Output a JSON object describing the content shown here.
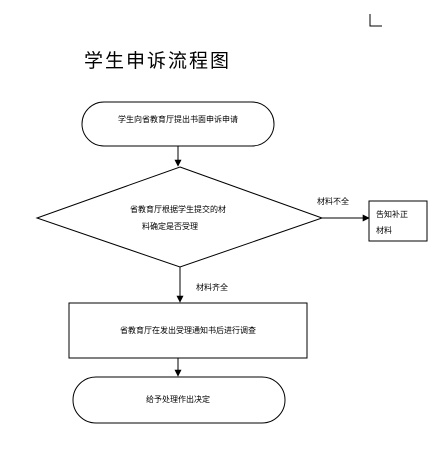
{
  "title": "学生申诉流程图",
  "nodes": {
    "submit": {
      "lines": [
        "学生向省教育厅提出书面申诉申请"
      ]
    },
    "decide": {
      "lines": [
        "省教育厅根据学生提交的材",
        "料确定是否受理"
      ]
    },
    "notify_supplement": {
      "lines": [
        "告知补正",
        "材料"
      ]
    },
    "investigate": {
      "lines": [
        "省教育厅在发出受理通知书后进行调查"
      ]
    },
    "decision": {
      "lines": [
        "给予处理作出决定"
      ]
    }
  },
  "edges": {
    "incomplete": "材料不全",
    "complete": "材料齐全"
  },
  "colors": {
    "stroke": "#000000",
    "fill": "#ffffff"
  }
}
